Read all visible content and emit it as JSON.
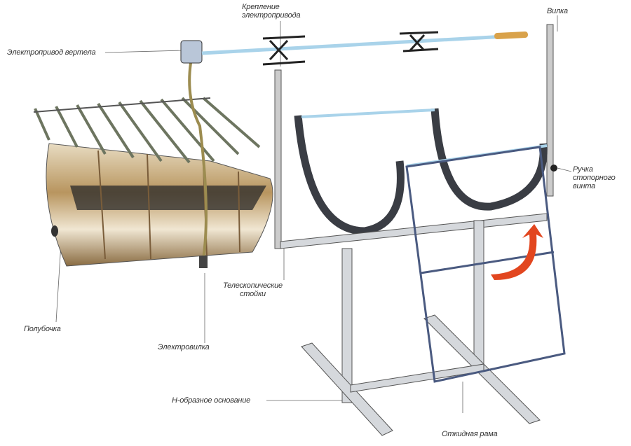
{
  "labels": {
    "motor_mount": [
      "Крепление",
      "электропривода"
    ],
    "fork": "Вилка",
    "spit_motor": "Электропривод вертела",
    "lock_screw": [
      "Ручка",
      "стопорного",
      "винта"
    ],
    "telescopic": [
      "Телескопические",
      "стойки"
    ],
    "half_barrel": "Полубочка",
    "plug": "Электровилка",
    "h_base": "Н-образное основание",
    "fold_frame": "Откидная рама"
  },
  "colors": {
    "metal": "#c9ccd0",
    "dark": "#3a3d44",
    "barrel": "#b99a68",
    "grill": "#6d7560",
    "arrow": "#e2461f",
    "spit": "#a9d3ea",
    "handle": "#d9a24a"
  }
}
